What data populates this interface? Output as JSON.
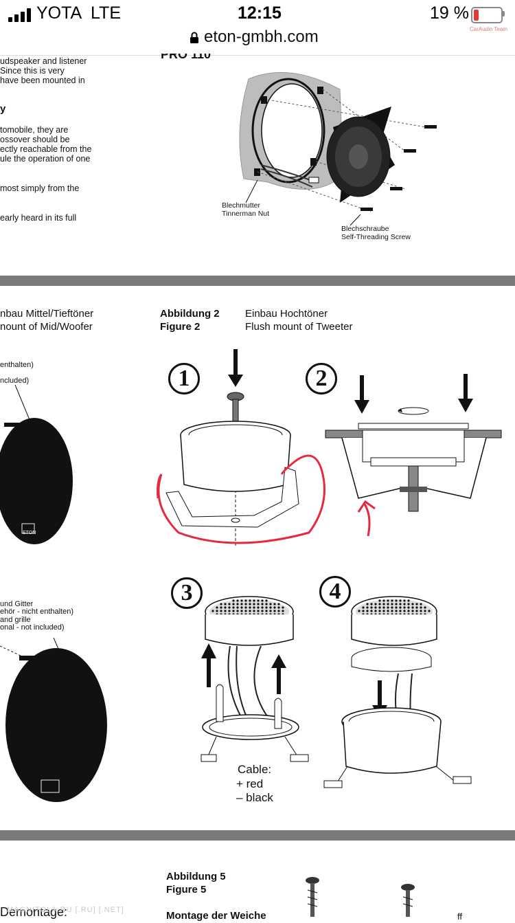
{
  "status_bar": {
    "carrier": "YOTA",
    "network": "LTE",
    "time": "12:15",
    "battery": "19 %",
    "battery_level": 0.19,
    "url": "eton-gmbh.com"
  },
  "colors": {
    "band": "#7a7a7a",
    "battery_low": "#e53935",
    "annotation_red": "#e8283c"
  },
  "top_section": {
    "model_partial": "PRO 110",
    "left_text": [
      "udspeaker and listener",
      "  Since this is very",
      "have been mounted in",
      "y",
      "tomobile, they are",
      "ossover should be",
      "ectly reachable from the",
      "ule the operation of one",
      "most simply from the",
      "early heard in its full"
    ],
    "label_nut": [
      "Blechmutter",
      "Tinnerman Nut"
    ],
    "label_screw": [
      "Blechschraube",
      "Self-Threading Screw"
    ]
  },
  "middle_section": {
    "left_header": [
      "nbau Mittel/Tieftöner",
      "nount of Mid/Woofer"
    ],
    "fig_label_de": "Abbildung 2",
    "fig_label_en": "Figure 2",
    "fig_title_de": "Einbau Hochtöner",
    "fig_title_en": "Flush mount of Tweeter",
    "left_notes_top": [
      "enthalten)",
      "ncluded)"
    ],
    "left_notes_bottom": [
      "und Gitter",
      "ehör - nicht enthalten)",
      "and grille",
      "onal - not included)"
    ],
    "step_numbers": [
      "1",
      "2",
      "3",
      "4"
    ],
    "cable_label": "Cable:",
    "cable_plus": "+ red",
    "cable_minus": "– black",
    "logo_text": "ETON"
  },
  "bottom_section": {
    "fig_label_de": "Abbildung 5",
    "fig_label_en": "Figure 5",
    "partial_left": "Demontage:",
    "partial_center": "Montage der Weiche",
    "partial_right": "ff"
  },
  "watermarks": {
    "top": "CarAudio Team",
    "bottom": "MAGNITOLA.RU [.RU] [.NET]"
  }
}
